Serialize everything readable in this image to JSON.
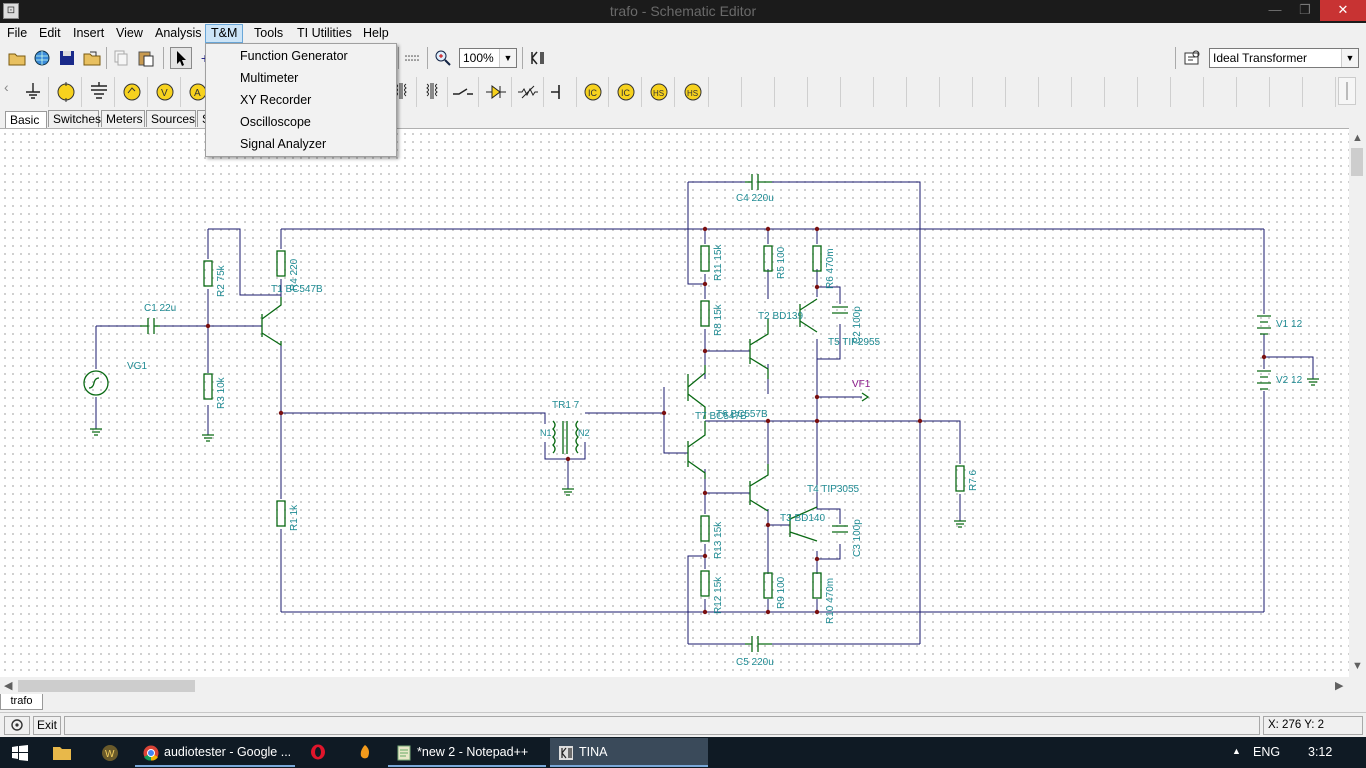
{
  "window": {
    "title": "trafo - Schematic Editor",
    "min_glyph": "—",
    "max_glyph": "❐",
    "close_glyph": "✕"
  },
  "menubar": {
    "items": [
      "File",
      "Edit",
      "Insert",
      "View",
      "Analysis",
      "T&M",
      "Tools",
      "TI Utilities",
      "Help"
    ]
  },
  "tm_menu": {
    "items": [
      "Function Generator",
      "Multimeter",
      "XY Recorder",
      "Oscilloscope",
      "Signal Analyzer"
    ]
  },
  "toolbar": {
    "zoom_value": "100%",
    "component_select_value": "Ideal Transformer"
  },
  "component_tabs": [
    "Basic",
    "Switches",
    "Meters",
    "Sources",
    "S"
  ],
  "component_icons": [
    "ground-icon",
    "battery-icon",
    "capacitor-icon",
    "voltmeter-icon",
    "voltage-probe-icon",
    "ammeter-icon",
    "transformer-icon",
    "transformer-icon",
    "switch-icon",
    "diode-icon",
    "potentiometer-icon",
    "jumper-icon",
    "current-probe-icon",
    "current-source-icon",
    "switch-source-icon",
    "switch-source-icon"
  ],
  "schematic_labels": {
    "c4": "C4 220u",
    "c5": "C5 220u",
    "c1": "C1 22u",
    "vg1": "VG1",
    "r2": "R2 75k",
    "r3": "R3 10k",
    "r4": "R4 220",
    "t1": "T1 BC547B",
    "r1": "R1 1k",
    "tr1": "TR1 7",
    "n1": "N1",
    "n2": "N2",
    "r11": "R11 15k",
    "r8": "R8 15k",
    "r5": "R5 100",
    "r6": "R6 470m",
    "c2": "C2 100p",
    "t2": "T2 BD139",
    "t5": "T5 TIP2955",
    "vf1": "VF1",
    "t7": "T7 BC547B",
    "t6": "T6 BC557B",
    "r7": "R7 6",
    "v1": "V1 12",
    "v2": "V2 12",
    "t4": "T4 TIP3055",
    "t3": "T3 BD140",
    "c3": "C3 100p",
    "r13": "R13 15k",
    "r12": "R12 15k",
    "r9": "R9 100",
    "r10": "R10 470m"
  },
  "sheet_tab": "trafo",
  "statusbar": {
    "exit_label": "Exit",
    "coords": "X: 276 Y: 2"
  },
  "taskbar": {
    "items": [
      {
        "label": "audiotester - Google ..."
      },
      {
        "label": "*new 2 - Notepad++"
      },
      {
        "label": "TINA"
      }
    ],
    "language": "ENG",
    "clock": "3:12",
    "tray_arrow": "▲"
  },
  "colors": {
    "wire": "#1a1a6e",
    "component": "#0a6a14",
    "label": "#1f8b93",
    "probe_label": "#8b1a8b",
    "node": "#7a1010"
  }
}
